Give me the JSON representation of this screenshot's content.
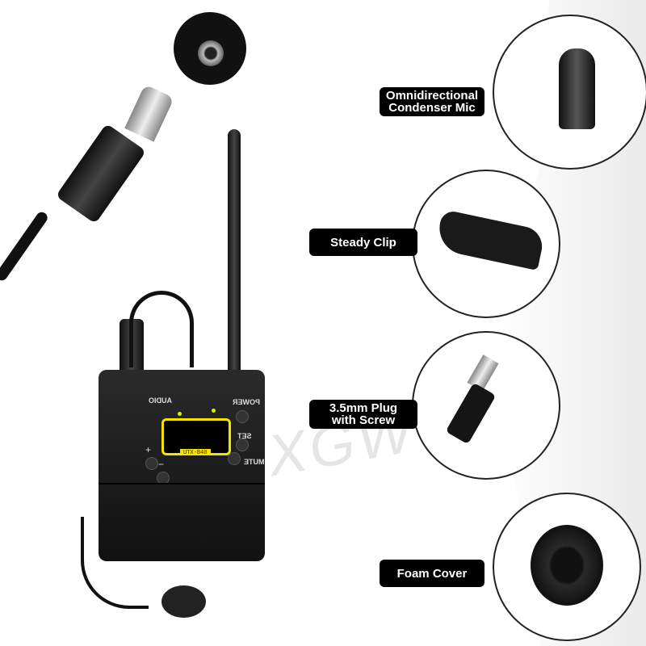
{
  "callouts": [
    {
      "label_line1": "Omnidirectional",
      "label_line2": "Condenser Mic",
      "icon": "lapel-mic-detail"
    },
    {
      "label": "Steady Clip",
      "icon": "tie-clip-detail"
    },
    {
      "label_line1": "3.5mm Plug",
      "label_line2": "with Screw",
      "icon": "locking-plug-detail"
    },
    {
      "label": "Foam Cover",
      "icon": "foam-windscreen-detail"
    }
  ],
  "device": {
    "audio": "AUDIO",
    "power": "POWER",
    "set": "SET",
    "mute": "MUTE",
    "plus": "+",
    "minus": "−",
    "model": "UTX-B40",
    "screen_accent": "#f5e400"
  },
  "watermark": "XGWTR"
}
